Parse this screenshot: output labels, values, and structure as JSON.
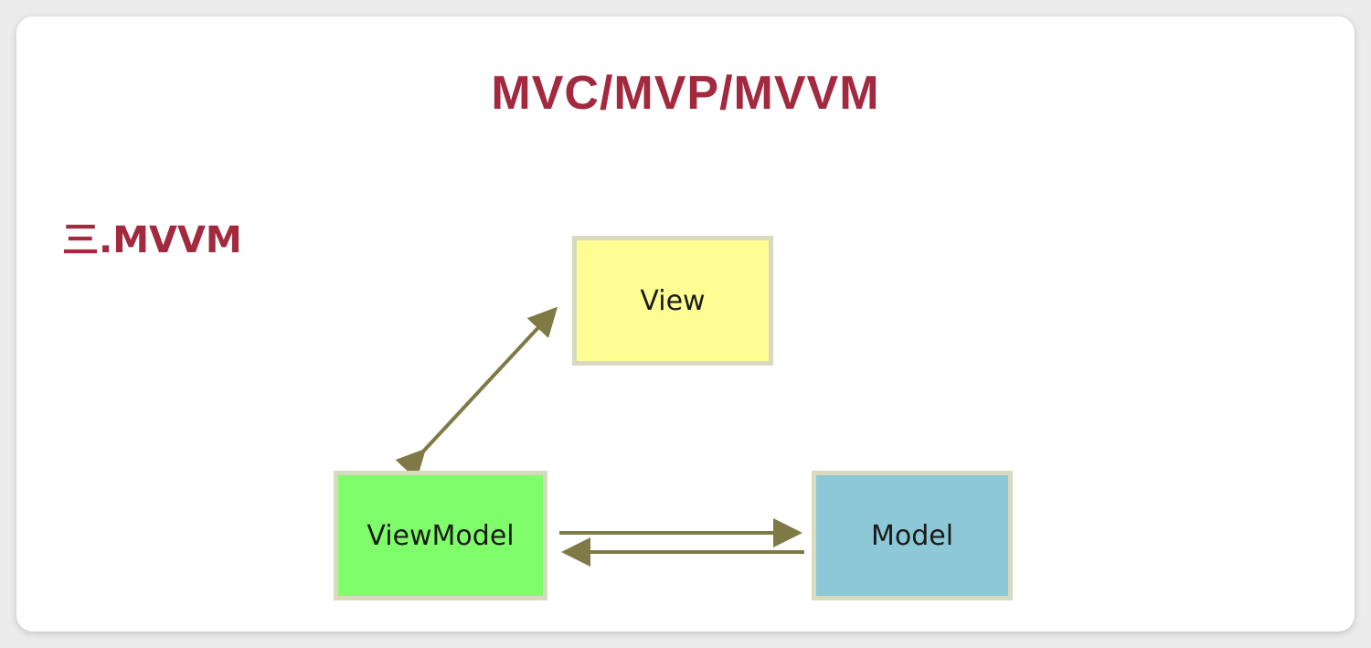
{
  "slide": {
    "title": "MVC/MVP/MVVM",
    "section_heading": "三.MVVM"
  },
  "diagram": {
    "nodes": {
      "view": {
        "label": "View",
        "color": "#fdfd93"
      },
      "viewmodel": {
        "label": "ViewModel",
        "color": "#80fd6a"
      },
      "model": {
        "label": "Model",
        "color": "#8cc8d6"
      }
    },
    "edges": [
      {
        "from": "viewmodel",
        "to": "view",
        "direction": "bidirectional"
      },
      {
        "from": "viewmodel",
        "to": "model",
        "direction": "forward"
      },
      {
        "from": "model",
        "to": "viewmodel",
        "direction": "forward"
      }
    ],
    "arrow_color": "#7f7a45",
    "title_color": "#a3293f",
    "box_border_color": "#d9d9c0"
  }
}
